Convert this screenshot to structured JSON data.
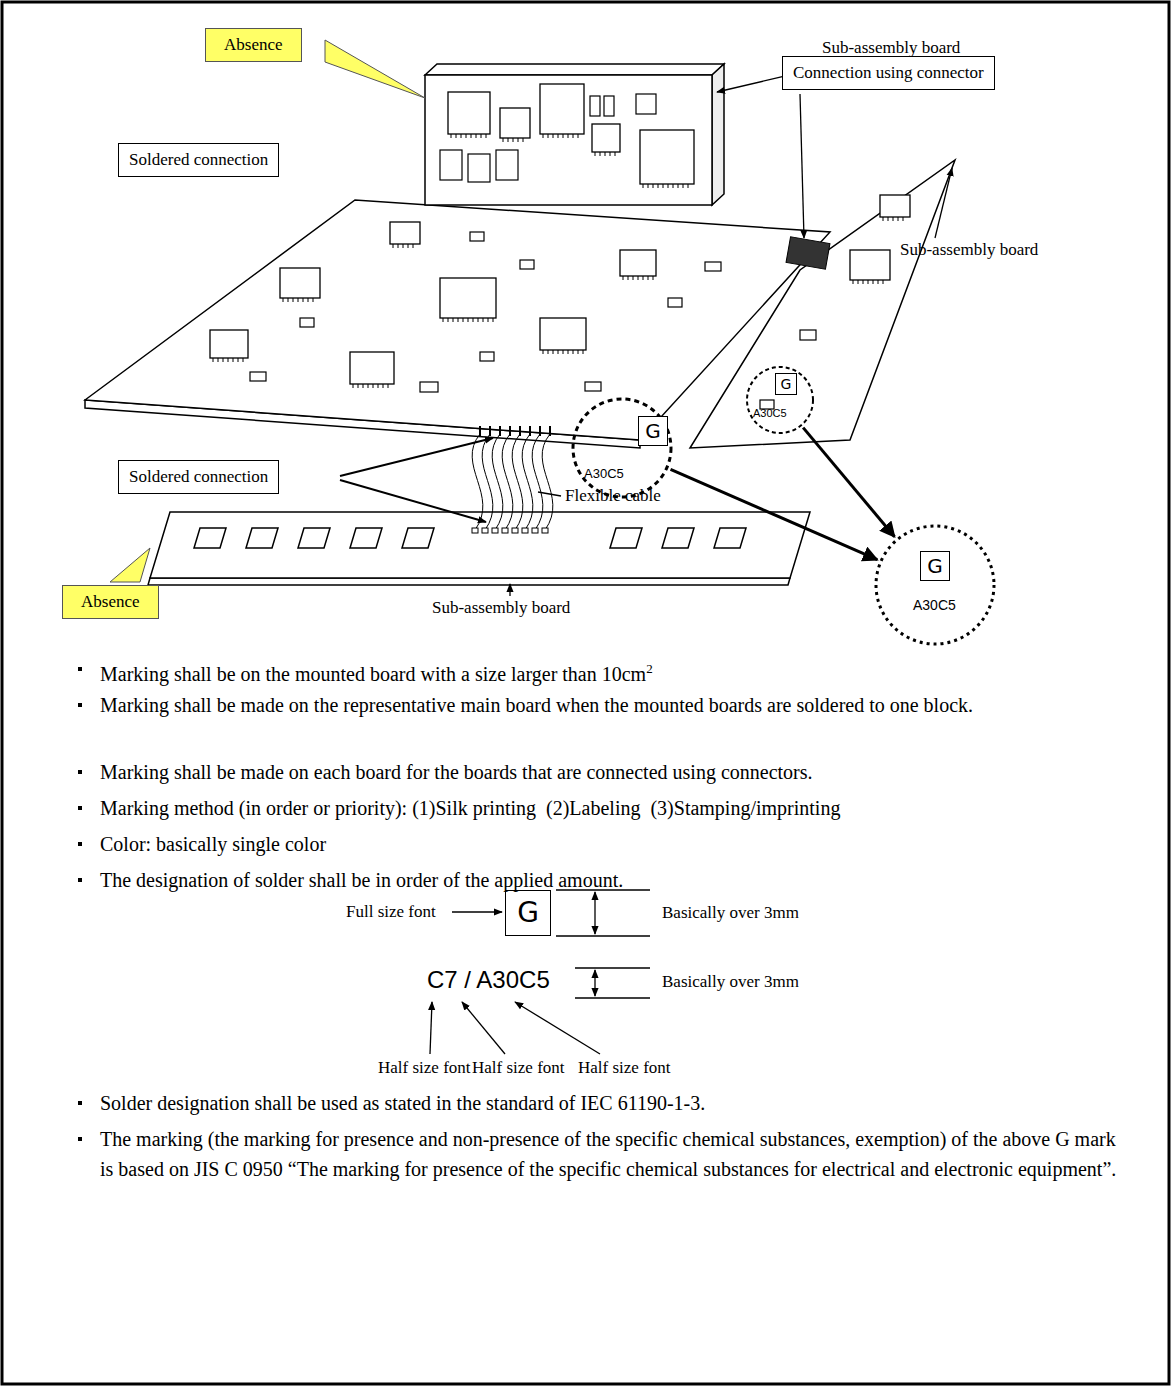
{
  "diagram": {
    "nodes": [
      {
        "text": [
          "Absence"
        ]
      },
      {
        "text": [
          "Soldered connection"
        ]
      },
      {
        "text": [
          "Connection using connector"
        ]
      },
      {
        "text": [
          "Soldered connection"
        ]
      },
      {
        "text": [
          "Absence"
        ]
      },
      {
        "text": [
          "A30C5"
        ]
      },
      {
        "text": [
          "G"
        ],
        "in": 5
      },
      {
        "text": [
          "A30C5"
        ]
      },
      {
        "text": [
          "G"
        ],
        "in": 7
      },
      {
        "text": [
          "A30C5"
        ]
      },
      {
        "text": [
          "G"
        ],
        "in": 9
      },
      {
        "text": [
          "G"
        ]
      }
    ],
    "edges": [
      {
        "from": 5,
        "to": 9,
        "arrow": "to"
      },
      {
        "from": 7,
        "to": 9,
        "arrow": "to"
      }
    ],
    "labels": [
      "Sub-assembly board",
      "Sub-assembly board",
      "Flexible cable",
      "Sub-assembly board",
      "Marking shall be on the mounted board with a size larger than 10cm",
      "2",
      "Marking shall be made on the representative main board when the mounted boards are soldered to one block.",
      "Marking shall be made on each board for the boards that are connected using connectors.",
      "Marking method (in order or priority): (1)Silk printing  (2)Labeling  (3)Stamping/imprinting",
      "Color: basically single color",
      "The designation of solder shall be in order of the applied amount.",
      "Full size font",
      "Basically over 3mm",
      "C7 / A30C5",
      "Basically over 3mm",
      "Half size font",
      "Half size font",
      "Half size font",
      "Solder designation shall be used as stated in the standard of IEC 61190-1-3.",
      "The marking (the marking for presence and non-presence of the specific chemical substances, exemption) of the above G mark is based on JIS C 0950 “The marking for presence of the specific chemical substances for electrical and electronic equipment”."
    ]
  }
}
